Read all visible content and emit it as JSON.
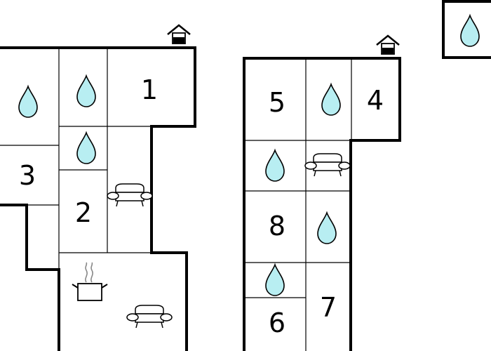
{
  "rooms": {
    "r1": "1",
    "r2": "2",
    "r3": "3",
    "r4": "4",
    "r5": "5",
    "r6": "6",
    "r7": "7",
    "r8": "8"
  },
  "colors": {
    "water_drop": "#b8eef2",
    "wall": "#000000",
    "background": "#ffffff",
    "steam": "#888888"
  },
  "icons": [
    "entrance-house-icon",
    "water-drop-icon",
    "sofa-icon",
    "cooking-pot-icon"
  ]
}
